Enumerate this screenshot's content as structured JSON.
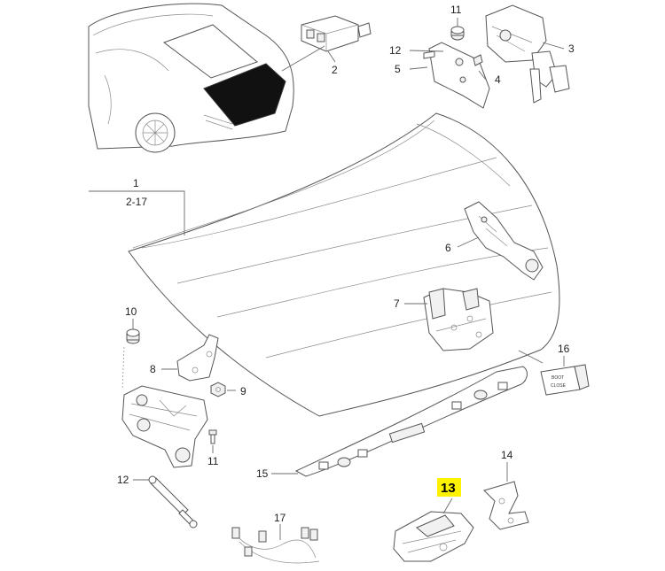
{
  "callouts": {
    "p1": "1",
    "p1_range": "2-17",
    "p2": "2",
    "p3": "3",
    "p4": "4",
    "p5": "5",
    "p6": "6",
    "p7": "7",
    "p8": "8",
    "p9": "9",
    "p10": "10",
    "p11_top": "11",
    "p11_bottom": "11",
    "p12_top": "12",
    "p12_bottom": "12",
    "p13": "13",
    "p14": "14",
    "p15": "15",
    "p16": "16",
    "p17": "17"
  },
  "switch_text": {
    "line1": "BOOT",
    "line2": "CLOSE"
  },
  "colors": {
    "highlight": "#fff200",
    "outline": "#555555",
    "glass": "#111111"
  }
}
